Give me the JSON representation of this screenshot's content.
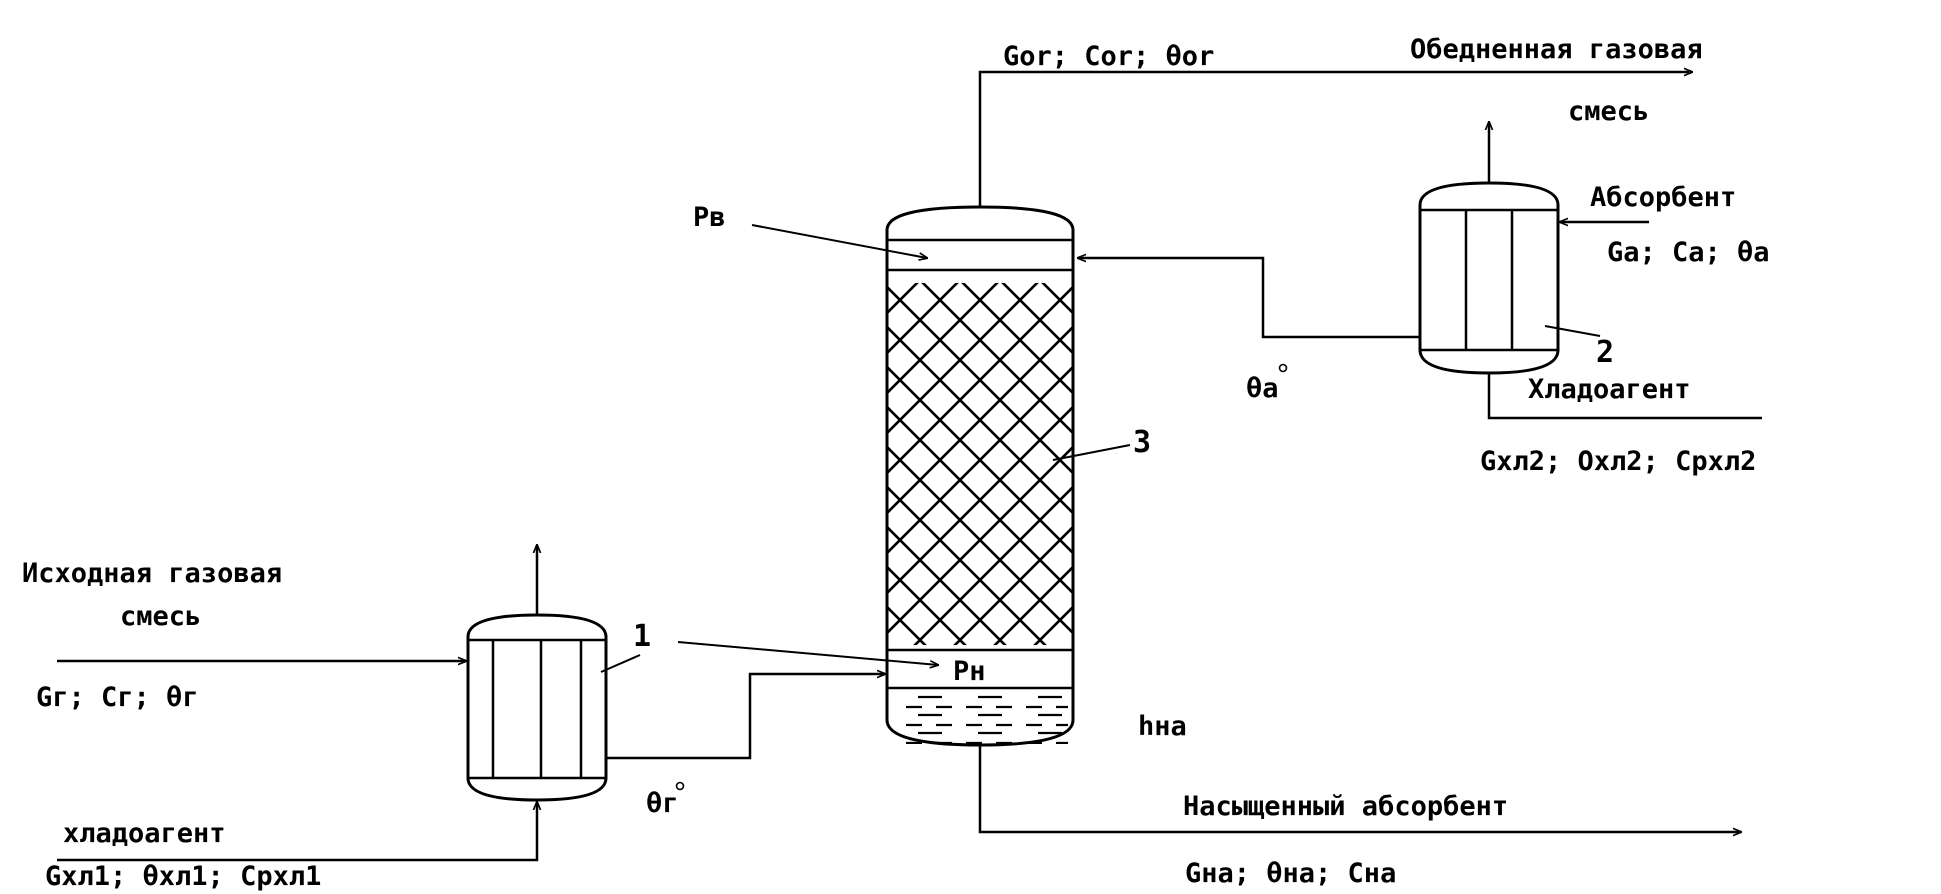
{
  "labels": {
    "top_outlet": "Gor; Cor; θor",
    "depleted_line1": "Обедненная газовая",
    "depleted_line2": "смесь",
    "pressure_top": "Pв",
    "pressure_bottom": "Pн",
    "absorbent": "Абсорбент",
    "absorbent_params": "Ga; Ca; θa",
    "cooler2_number": "2",
    "theta_a": "θа",
    "coolant2": "Хладоагент",
    "coolant2_params": "Gхл2; Oхл2; Cpхл2",
    "column_number": "3",
    "feed_line1": "Исходная газовая",
    "feed_line2": "смесь",
    "feed_params": "Gг; Cг; θг",
    "cooler1_number": "1",
    "liquid_level": "hна",
    "theta_g": "θг",
    "coolant1": "хладоагент",
    "coolant1_params": "Gхл1; θхл1; Cpхл1",
    "saturated": "Насыщенный абсорбент",
    "saturated_params": "Gна; θна; Cна"
  }
}
